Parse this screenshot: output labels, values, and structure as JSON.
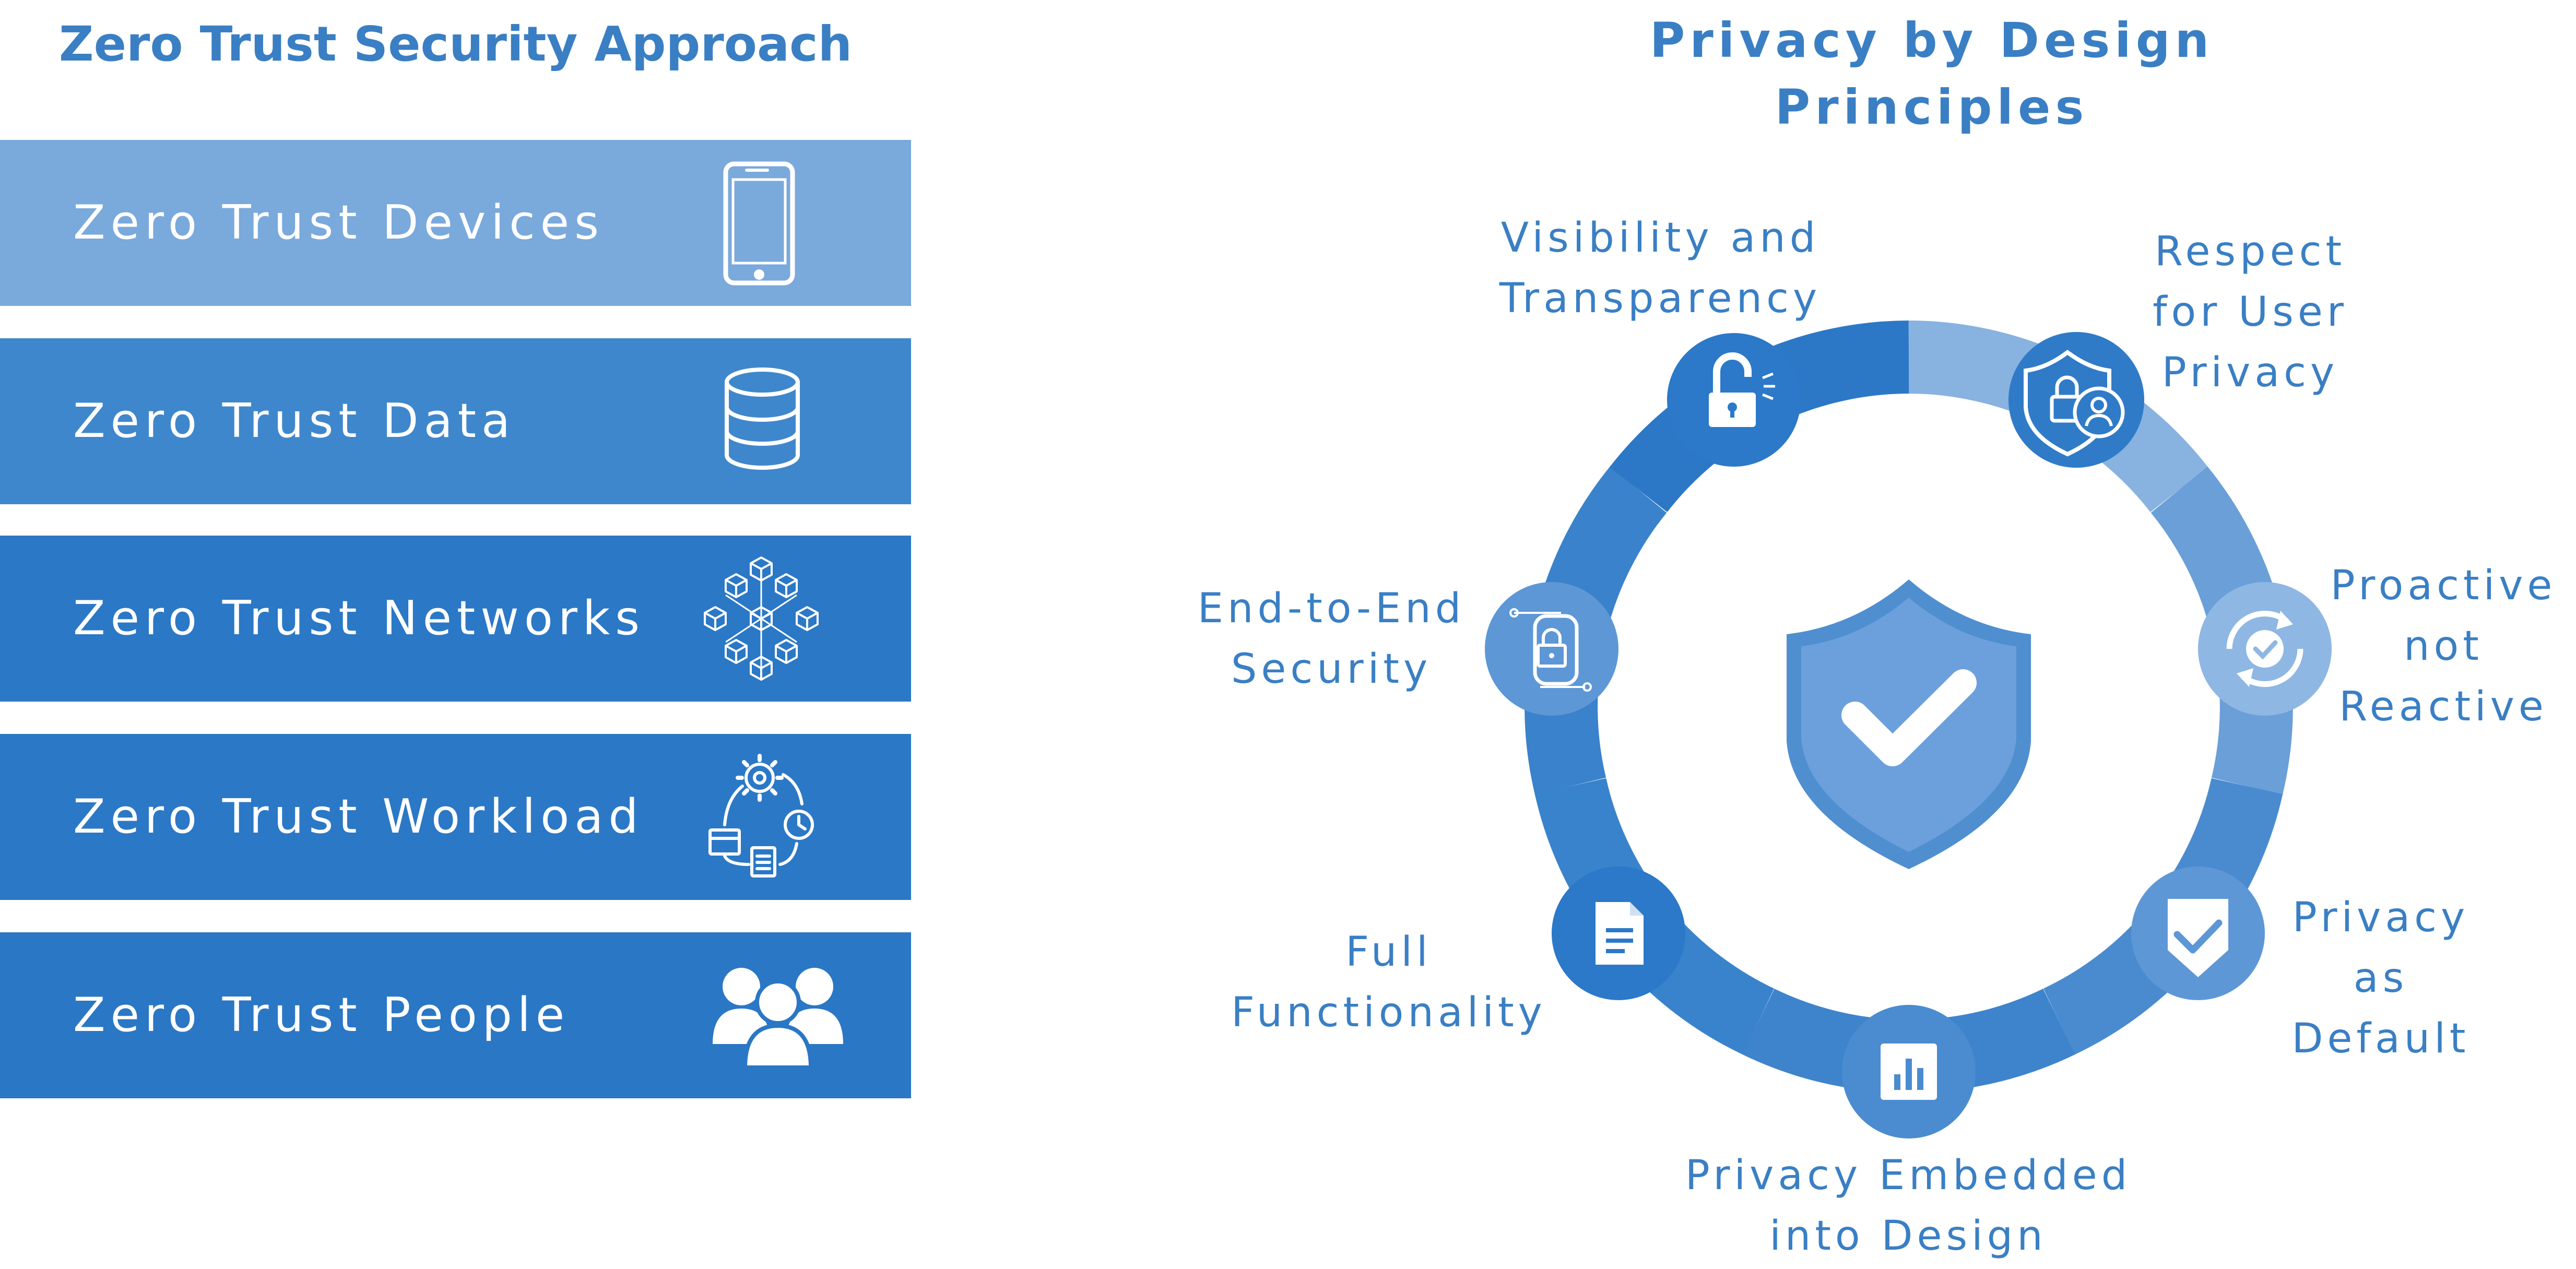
{
  "left": {
    "title": "Zero Trust Security Approach",
    "items": [
      {
        "label": "Zero Trust Devices",
        "icon": "smartphone-icon",
        "color": "#7aa9dc"
      },
      {
        "label": "Zero Trust Data",
        "icon": "database-icon",
        "color": "#3f87cc"
      },
      {
        "label": "Zero Trust Networks",
        "icon": "network-cubes-icon",
        "color": "#2b78c6"
      },
      {
        "label": "Zero Trust Workload",
        "icon": "workflow-icon",
        "color": "#2b78c6"
      },
      {
        "label": "Zero Trust People",
        "icon": "people-group-icon",
        "color": "#2a77c5"
      }
    ]
  },
  "right": {
    "title_line1": "Privacy by Design",
    "title_line2": "Principles",
    "center_icon": "shield-check-icon",
    "principles": [
      {
        "lines": [
          "Visibility and",
          "Transparency"
        ],
        "icon": "unlocked-padlock-icon"
      },
      {
        "lines": [
          "Respect",
          "for User",
          "Privacy"
        ],
        "icon": "shield-lock-user-icon"
      },
      {
        "lines": [
          "Proactive",
          "not",
          "Reactive"
        ],
        "icon": "refresh-check-icon"
      },
      {
        "lines": [
          "Privacy",
          "as",
          "Default"
        ],
        "icon": "badge-check-icon"
      },
      {
        "lines": [
          "Privacy Embedded",
          "into Design"
        ],
        "icon": "bar-chart-icon"
      },
      {
        "lines": [
          "Full",
          "Functionality"
        ],
        "icon": "document-icon"
      },
      {
        "lines": [
          "End-to-End",
          "Security"
        ],
        "icon": "encrypted-lock-icon"
      }
    ]
  }
}
